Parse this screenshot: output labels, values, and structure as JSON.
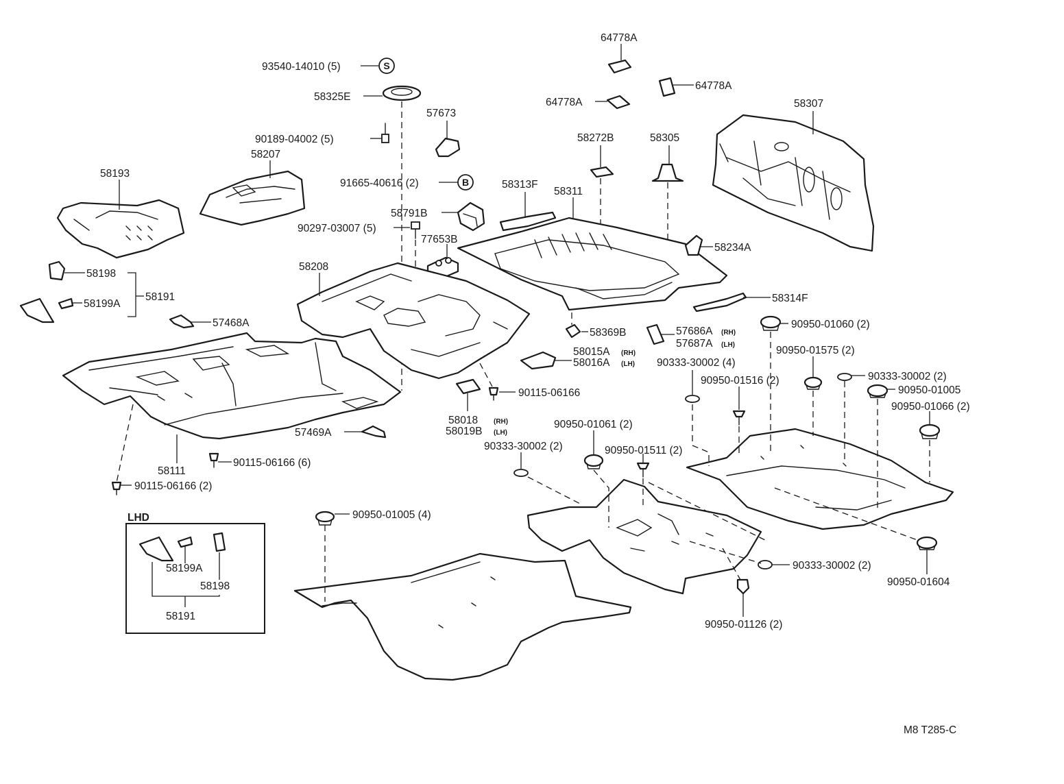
{
  "labels": {
    "l_93540": "93540-14010 (5)",
    "l_58325E": "58325E",
    "l_90189": "90189-04002 (5)",
    "l_57673": "57673",
    "l_91665": "91665-40616 (2)",
    "l_58791B": "58791B",
    "l_90297": "90297-03007 (5)",
    "l_77653B": "77653B",
    "l_64778A_top": "64778A",
    "l_64778A_right": "64778A",
    "l_64778A_left": "64778A",
    "l_58307": "58307",
    "l_58272B": "58272B",
    "l_58305": "58305",
    "l_58313F": "58313F",
    "l_58311": "58311",
    "l_58234A": "58234A",
    "l_58314F": "58314F",
    "l_58193": "58193",
    "l_58207": "58207",
    "l_58198": "58198",
    "l_58199A": "58199A",
    "l_58191": "58191",
    "l_58208": "58208",
    "l_57468A": "57468A",
    "l_58369B": "58369B",
    "l_57686A": "57686A",
    "l_57687A": "57687A",
    "l_58015A": "58015A",
    "l_58016A": "58016A",
    "l_90115_a": "90115-06166",
    "l_58018": "58018",
    "l_58019B": "58019B",
    "l_57469A": "57469A",
    "l_58111": "58111",
    "l_90115_b": "90115-06166 (6)",
    "l_90115_c": "90115-06166 (2)",
    "l_90950_01060": "90950-01060 (2)",
    "l_90333_30002_4": "90333-30002 (4)",
    "l_90950_01575": "90950-01575 (2)",
    "l_90950_01516": "90950-01516 (2)",
    "l_90333_30002_r": "90333-30002 (2)",
    "l_90950_01005_r": "90950-01005",
    "l_90950_01061": "90950-01061 (2)",
    "l_90950_01066": "90950-01066 (2)",
    "l_90333_30002_l": "90333-30002 (2)",
    "l_90950_01511": "90950-01511 (2)",
    "l_90950_01005_4": "90950-01005 (4)",
    "l_90333_30002_b": "90333-30002 (2)",
    "l_90950_01604": "90950-01604",
    "l_90950_01126": "90950-01126 (2)",
    "l_lhd": "LHD",
    "l_lhd_58199A": "58199A",
    "l_lhd_58198": "58198",
    "l_lhd_58191": "58191",
    "l_code": "M8 T285-C"
  },
  "subscripts": {
    "rh_57686A": "(RH)",
    "lh_57687A": "(LH)",
    "rh_58015A": "(RH)",
    "lh_58016A": "(LH)",
    "rh_58018": "(RH)",
    "lh_58019B": "(LH)"
  },
  "circle_symbols": {
    "s": "S",
    "b": "B"
  }
}
